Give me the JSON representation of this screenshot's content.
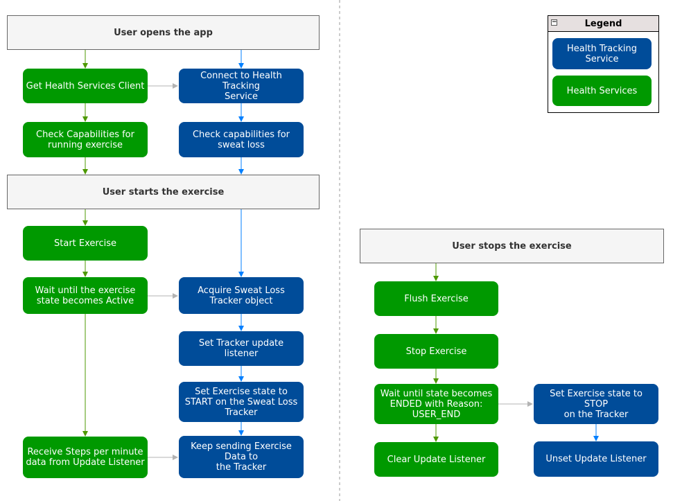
{
  "colors": {
    "green": "#009900",
    "blue": "#004C99",
    "banner_bg": "#f5f5f5",
    "green_wire": "#4D9900",
    "blue_wire": "#007FFF",
    "gray_wire": "#b3b3b3"
  },
  "banners": {
    "open": "User opens the app",
    "start": "User starts the exercise",
    "stop": "User stops the exercise"
  },
  "nodes": {
    "get_client": "Get Health Services Client",
    "connect": "Connect to Health Tracking\nService",
    "check_running": "Check Capabilities for\nrunning exercise",
    "check_sweat": "Check capabilities for\nsweat loss",
    "start_exercise": "Start Exercise",
    "wait_active": "Wait until the exercise\nstate becomes Active",
    "acquire_tracker": "Acquire Sweat Loss\nTracker object",
    "set_listener": "Set Tracker update listener",
    "set_start": "Set Exercise state to\nSTART on the Sweat Loss\nTracker",
    "receive_steps": "Receive Steps per minute\ndata from Update Listener",
    "keep_sending": "Keep sending Exercise\nData to\nthe Tracker",
    "flush": "Flush Exercise",
    "stop_exercise": "Stop Exercise",
    "wait_ended": "Wait until state becomes\nENDED with Reason:\nUSER_END",
    "set_stop": "Set Exercise state to STOP\non the Tracker",
    "clear_listener": "Clear Update Listener",
    "unset_listener": "Unset Update Listener"
  },
  "legend": {
    "title": "Legend",
    "toggle": "−",
    "items": [
      "Health Tracking\nService",
      "Health Services"
    ]
  }
}
